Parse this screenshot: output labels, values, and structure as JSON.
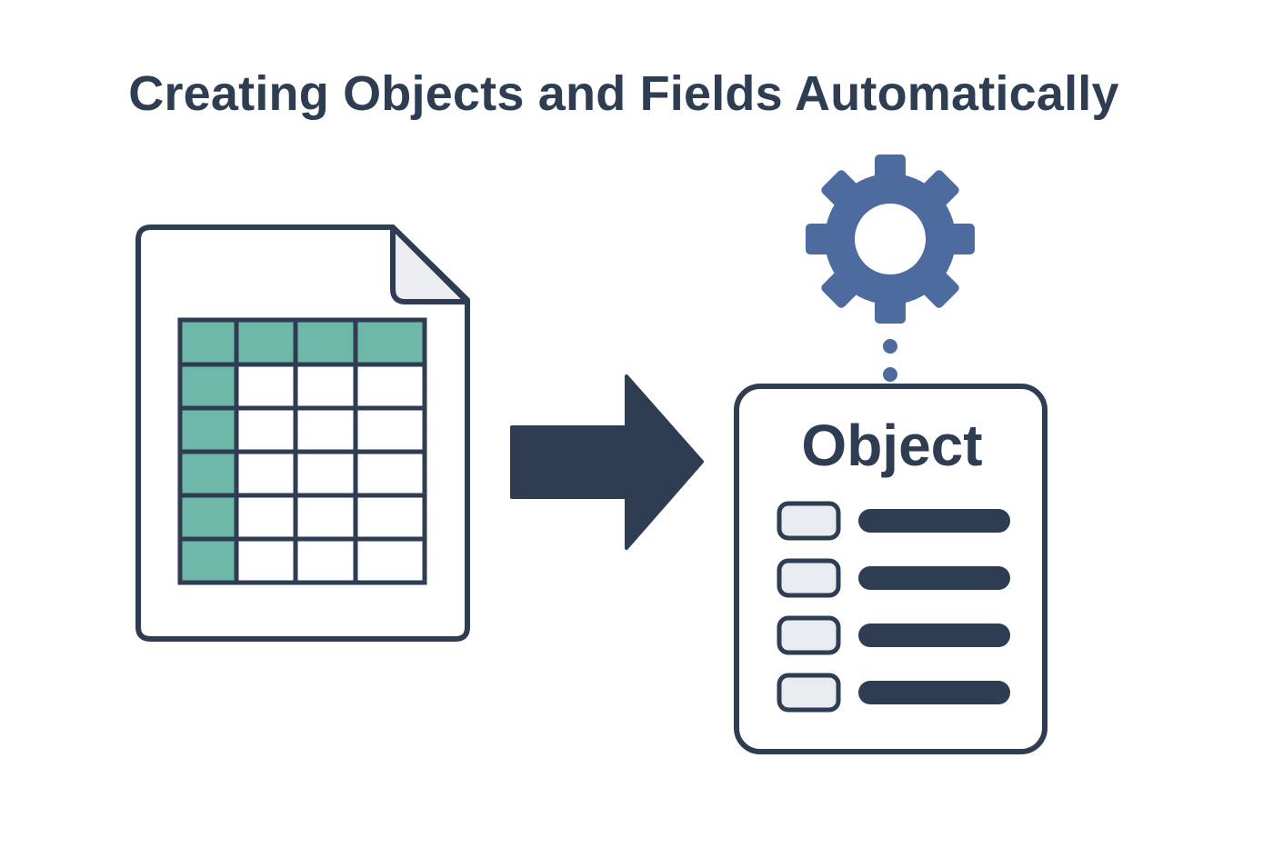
{
  "title": "Creating Objects and Fields Automatically",
  "object_card": {
    "label": "Object",
    "field_rows": 4
  },
  "spreadsheet": {
    "rows": 6,
    "cols": 4,
    "header_color": "#6db8a8"
  },
  "icons": [
    "spreadsheet-document-icon",
    "arrow-right-icon",
    "gear-icon",
    "object-card-icon"
  ],
  "colors": {
    "ink": "#2e3d52",
    "accent_teal": "#6db8a8",
    "gear_blue": "#4d6b9e",
    "field_fill": "#e8ebef",
    "fold_fill": "#eceef1"
  }
}
